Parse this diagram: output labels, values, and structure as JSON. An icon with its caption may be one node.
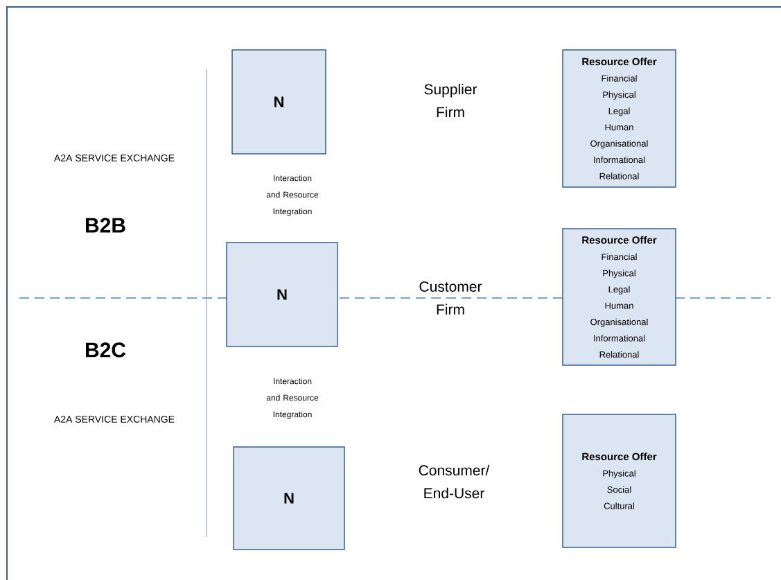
{
  "diagram": {
    "nodes": [
      {
        "text": [
          "N"
        ]
      },
      {
        "text": [
          "Supplier Firm"
        ]
      },
      {
        "text": [
          "Resource Offer",
          "Financial",
          "Physical",
          "Legal",
          "Human",
          "Organisational",
          "Informational",
          "Relational"
        ]
      },
      {
        "text": [
          "N"
        ]
      },
      {
        "text": [
          "Customer Firm"
        ]
      },
      {
        "text": [
          "Resource Offer",
          "Financial",
          "Physical",
          "Legal",
          "Human",
          "Organisational",
          "Informational",
          "Relational"
        ]
      },
      {
        "text": [
          "N"
        ]
      },
      {
        "text": [
          "Consumer/ End-User"
        ]
      },
      {
        "text": [
          "Resource Offer",
          "Physical",
          "Social",
          "Cultural"
        ]
      }
    ],
    "edges": [],
    "labels": [
      "A2A SERVICE EXCHANGE",
      "Interaction and Resource Integration",
      "B2B",
      "B2C",
      "Interaction and Resource Integration",
      "A2A SERVICE EXCHANGE"
    ]
  }
}
